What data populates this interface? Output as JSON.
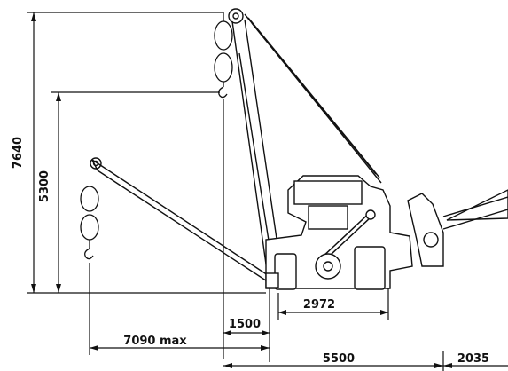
{
  "diagram": {
    "line_color": "#111111",
    "background": "#ffffff",
    "dimensions": {
      "total_height": "7640",
      "hook_height": "5300",
      "boom_reach": "7090 max",
      "front_offset": "1500",
      "wheelbase": "2972",
      "total_length": "5500",
      "rear_overhang": "2035"
    }
  }
}
